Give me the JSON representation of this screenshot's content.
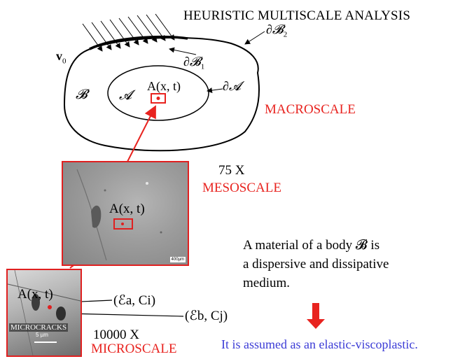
{
  "title": "HEURISTIC MULTISCALE ANALYSIS",
  "macro": {
    "velocity": "v",
    "velocity_sub": "0",
    "boundary_1": "∂𝓑",
    "boundary_1_sub": "1",
    "boundary_2": "∂𝓑",
    "boundary_2_sub": "2",
    "body_symbol": "𝓑",
    "region_symbol": "𝓐",
    "region_boundary": "∂𝓐",
    "point_label": "A(x, t)",
    "scale_label": "MACROSCALE"
  },
  "meso": {
    "magnification": "75 X",
    "scale_label": "MESOSCALE",
    "point_label": "A(x, t)",
    "scale_bar": "400µm"
  },
  "micro": {
    "point_label": "A(x, t)",
    "cracks_label": "MICROCRACKS",
    "scale_bar": "5 µm",
    "magnification": "10000 X",
    "scale_label": "MICROSCALE",
    "crack_a": "(ℰa, Ci)",
    "crack_b": "(ℰb, Cj)"
  },
  "description": {
    "line1": "A material of a body 𝓑 is",
    "line2": "a dispersive and dissipative",
    "line3": "medium."
  },
  "conclusion": "It is assumed as an elastic-viscoplastic.",
  "colors": {
    "accent_red": "#e8231f",
    "conclusion_blue": "#3b3bd6",
    "outline": "#000000"
  }
}
